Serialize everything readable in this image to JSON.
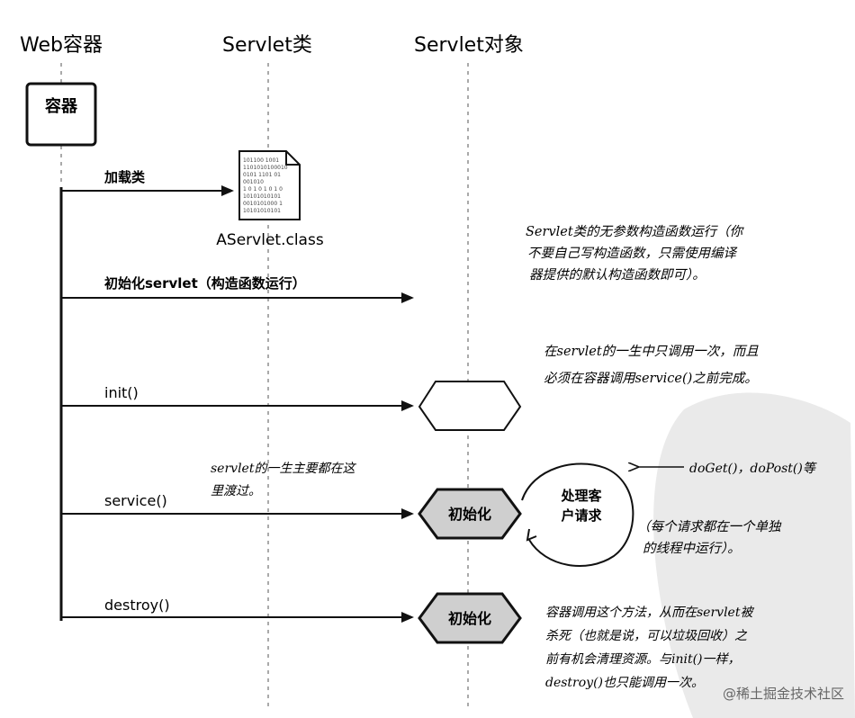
{
  "headers": {
    "container": "Web容器",
    "servlet_class": "Servlet类",
    "servlet_object": "Servlet对象"
  },
  "container_box": "容器",
  "file_icon": {
    "name": "document-icon",
    "label": "AServlet.class",
    "lines": [
      "101100 1001",
      "1101010100010",
      "0101 1101 01",
      "001010",
      "1 0 1 0 1 0 1 0",
      "10101010101",
      "0010101000 1",
      "10101010101"
    ]
  },
  "arrows": {
    "load_class": "加载类",
    "init_servlet": "初始化servlet（构造函数运行）",
    "init": "init()",
    "service": "service()",
    "destroy": "destroy()"
  },
  "states": {
    "service_state": "初始化",
    "destroy_state": "初始化"
  },
  "circle_label": [
    "处理客",
    "户请求"
  ],
  "notes": {
    "constructor": [
      "Servlet类的无参数构造函数运行（你",
      "不要自己写构造函数，只需使用编译",
      "器提供的默认构造函数即可）。"
    ],
    "init_note": [
      "在servlet的一生中只调用一次，而且",
      "必须在容器调用service()之前完成。"
    ],
    "service_life": [
      "servlet的一生主要都在这",
      "里渡过。"
    ],
    "doget": "doGet()，doPost()等",
    "thread": [
      "（每个请求都在一个单独",
      "的线程中运行）。"
    ],
    "destroy_note": [
      "容器调用这个方法，从而在servlet被",
      "杀死（也就是说，可以垃圾回收）之",
      "前有机会清理资源。与init()一样，",
      "destroy()也只能调用一次。"
    ]
  },
  "watermark": "@稀土掘金技术社区"
}
